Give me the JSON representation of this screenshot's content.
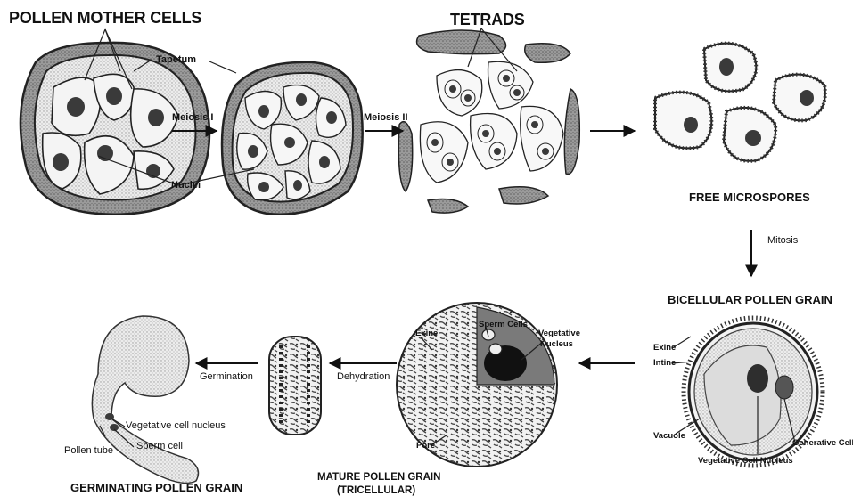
{
  "titles": {
    "pollen_mother_cells": "POLLEN MOTHER CELLS",
    "tetrads": "TETRADS",
    "free_microspores": "FREE MICROSPORES",
    "bicellular": "BICELLULAR POLLEN GRAIN",
    "mature_line1": "MATURE POLLEN GRAIN",
    "mature_line2": "(TRICELLULAR)",
    "germinating": "GERMINATING POLLEN GRAIN"
  },
  "labels": {
    "tapetum": "Tapetum",
    "nuclei": "Nuclei",
    "meiosis_1": "Meiosis I",
    "meiosis_2": "Meiosis II",
    "mitosis": "Mitosis",
    "exine_bicellular": "Exine",
    "intine": "Intine",
    "vacuole": "Vacuole",
    "generative_cell": "Generative Cell",
    "vegetative_cell_nucleus": "Vegetative Cell Nucleus",
    "sperm_cells": "Sperm Cells",
    "vegetative_nucleus_1": "Vegetative",
    "vegetative_nucleus_2": "Nucleus",
    "exine_mature": "Exine",
    "pore": "Pore",
    "dehydration": "Dehydration",
    "germination": "Germination",
    "vegetative_cell_nucleus_germ": "Vegetative cell nucleus",
    "sperm_cell": "Sperm cell",
    "pollen_tube": "Pollen tube"
  },
  "colors": {
    "tapetum_fill": "#8f8f8f",
    "cell_fill": "#e6e6e6",
    "nucleus_fill": "#3a3a3a",
    "outline": "#222222",
    "stipple": "#b5b5b5"
  }
}
